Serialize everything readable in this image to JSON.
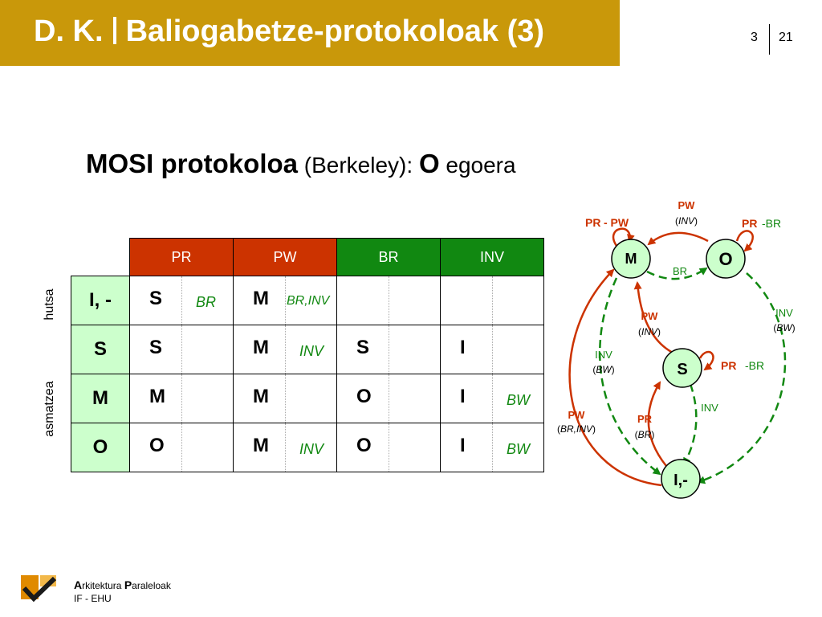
{
  "header": {
    "title_prefix": "D. K.",
    "title_main": "Baliogabetze-protokoloak (3)",
    "page_current": "3",
    "page_total": "21"
  },
  "subtitle": {
    "part1": "MOSI protokoloa",
    "part2": " (Berkeley): ",
    "part3": "O",
    "part4": " egoera"
  },
  "table": {
    "columns": [
      "PR",
      "PW",
      "BR",
      "INV"
    ],
    "side_labels": [
      "hutsa",
      "asmatzea"
    ],
    "rows": [
      {
        "label": "I, -",
        "cells": [
          {
            "state": "S",
            "action": "BR"
          },
          {
            "state": "M",
            "action": "BR,INV"
          },
          {
            "state": "",
            "action": ""
          },
          {
            "state": "",
            "action": ""
          }
        ]
      },
      {
        "label": "S",
        "cells": [
          {
            "state": "S",
            "action": ""
          },
          {
            "state": "M",
            "action": "INV"
          },
          {
            "state": "S",
            "action": ""
          },
          {
            "state": "I",
            "action": ""
          }
        ]
      },
      {
        "label": "M",
        "cells": [
          {
            "state": "M",
            "action": ""
          },
          {
            "state": "M",
            "action": ""
          },
          {
            "state": "O",
            "action": ""
          },
          {
            "state": "I",
            "action": "BW"
          }
        ]
      },
      {
        "label": "O",
        "cells": [
          {
            "state": "O",
            "action": ""
          },
          {
            "state": "M",
            "action": "INV"
          },
          {
            "state": "O",
            "action": ""
          },
          {
            "state": "I",
            "action": "BW"
          }
        ]
      }
    ]
  },
  "diagram": {
    "nodes": {
      "m": "M",
      "o": "O",
      "s": "S",
      "i": "I,-"
    },
    "labels": {
      "pr_pw_m_a": "PR",
      "pr_pw_m_b": "- PW",
      "pw_top": "PW",
      "inv_top": "INV",
      "pr_o": "PR",
      "br_o": "-BR",
      "br_om": "BR",
      "pw_sm": "PW",
      "inv_sm": "INV",
      "inv_s_left": "INV",
      "bw_s_left": "BW",
      "inv_o_right": "INV",
      "bw_o_right": "BW",
      "pr_s": "PR",
      "br_s": "-BR",
      "inv_si": "INV",
      "pw_left": "PW",
      "brinv_left": "BR,INV",
      "pr_is": "PR",
      "br_is": "BR"
    }
  },
  "footer": {
    "line1_a": "A",
    "line1_b": "rkitektura ",
    "line1_c": "P",
    "line1_d": "araleloak",
    "line2": "IF - EHU"
  },
  "colors": {
    "gold": "#c9980a",
    "red": "#cc3300",
    "green": "#118811",
    "node_fill": "#ccffcc"
  }
}
